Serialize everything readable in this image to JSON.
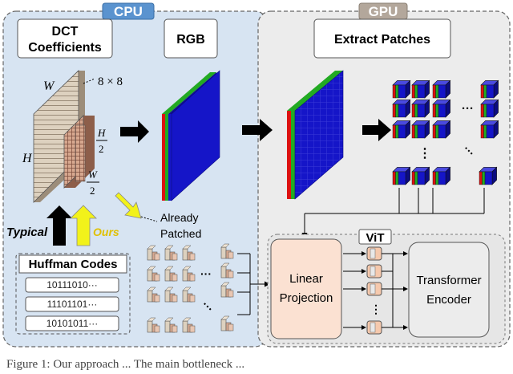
{
  "panels": {
    "cpu_title": "CPU",
    "gpu_title": "GPU"
  },
  "labels": {
    "dct_line1": "DCT",
    "dct_line2": "Coefficients",
    "rgb": "RGB",
    "extract_patches": "Extract Patches",
    "grid_size": "8 × 8",
    "dim_w": "W",
    "dim_h": "H",
    "half_h_num": "H",
    "half_h_den": "2",
    "half_w_num": "W",
    "half_w_den": "2",
    "already_line1": "Already",
    "already_line2": "Patched",
    "typical": "Typical",
    "ours": "Ours",
    "huffman_title": "Huffman Codes",
    "vit": "ViT",
    "linear_line1": "Linear",
    "linear_line2": "Projection",
    "transformer_line1": "Transformer",
    "transformer_line2": "Encoder",
    "ellipsis_h": "···",
    "ellipsis_v": "⋮"
  },
  "huffman_codes": [
    "10111010···",
    "11101101···",
    "10101011···"
  ],
  "caption": "Figure 1: Our approach ... The main bottleneck ...",
  "colors": {
    "cpu_bg": "#d7e4f2",
    "gpu_bg": "#ececec",
    "blue": "#1515c8",
    "green": "#22aa22",
    "red": "#dd1111",
    "ours_yellow": "#f2f21a",
    "linear_bg": "#fbe1d2",
    "beige": "#ddd1bf",
    "rose": "#d7a88f"
  }
}
